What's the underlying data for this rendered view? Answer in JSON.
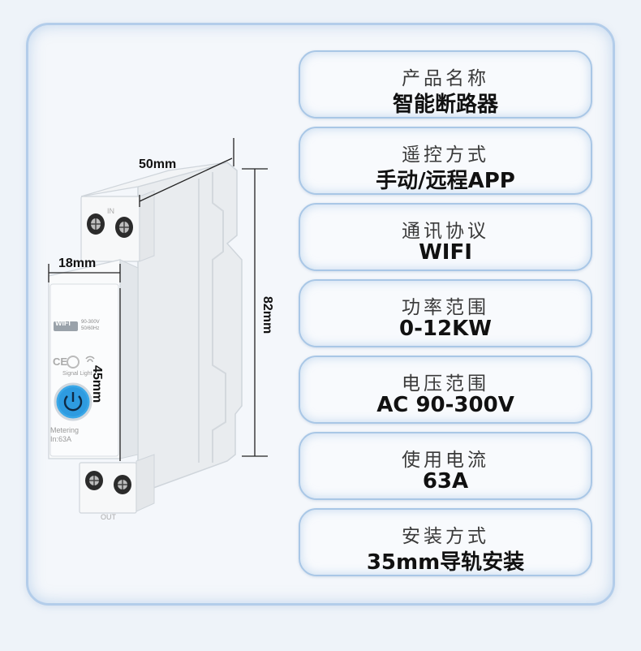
{
  "dimensions": {
    "width": "50mm",
    "depth": "18mm",
    "front_height": "45mm",
    "total_height": "82mm"
  },
  "device": {
    "wifi_badge": "WiFi",
    "voltage_rating": "90-300V",
    "frequency_rating": "50/60Hz",
    "signal_light_label": "Signal Light",
    "metering_label": "Metering",
    "current_label": "In:63A",
    "input_terminal_label": "IN",
    "output_terminal_label": "OUT",
    "ce_mark": "CE"
  },
  "specs": [
    {
      "label": "产品名称",
      "value": "智能断路器"
    },
    {
      "label": "遥控方式",
      "value": "手动/远程APP"
    },
    {
      "label": "通讯协议",
      "value": "WIFI"
    },
    {
      "label": "功率范围",
      "value": "0-12KW"
    },
    {
      "label": "电压范围",
      "value": "AC 90-300V"
    },
    {
      "label": "使用电流",
      "value": "63A"
    },
    {
      "label": "安装方式",
      "value": "35mm导轨安装"
    }
  ],
  "colors": {
    "accent_blue": "#2e9be0",
    "card_border": "#a9c7e6",
    "background": "#eef3f9"
  }
}
